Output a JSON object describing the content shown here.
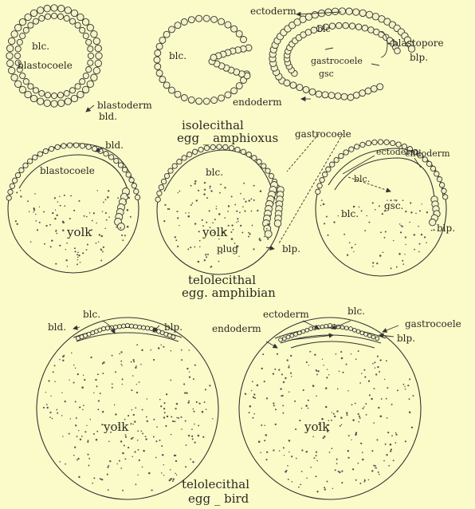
{
  "labels": {
    "blc_1": "blc.",
    "blastocoele_1": "blastocoele",
    "blastoderm": "blastoderm",
    "bld_1": "bld.",
    "blc_2": "blc.",
    "ectoderm_1": "ectoderm",
    "blc_3": "blc",
    "blastopore": "blastopore",
    "blp_1": "blp.",
    "gastrocoele_1": "gastrocoele",
    "gsc_1": "gsc",
    "endoderm_1": "endoderm",
    "bld_2": "bld.",
    "blastocoele_2": "blastocoele",
    "yolk_1": "yolk",
    "blc_4": "blc.",
    "gastrocoele_2": "gastrocoele",
    "yolk_2": "yolk",
    "plug": "plug",
    "blp_2": "blp.",
    "ectoderm_2": "ectoderm",
    "endoderm_2": "endoderm",
    "blc_5": "blc.",
    "gsc_2": "gsc.",
    "blc_6": "blc.",
    "blp_3": "blp.",
    "blc_7": "blc.",
    "bld_3": "bld.",
    "blp_4": "blp.",
    "yolk_3": "yolk",
    "ectoderm_3": "ectoderm",
    "blc_8": "blc.",
    "gastrocoele_3": "gastrocoele",
    "endoderm_3": "endoderm",
    "blp_5": "blp.",
    "yolk_4": "yolk"
  },
  "captions": {
    "row1_l1": "isolecithal",
    "row1_l2": "egg _ amphioxus",
    "row2_l1": "telolecithal",
    "row2_l2": "egg. amphibian",
    "row3_l1": "telolecithal",
    "row3_l2": "egg _ bird"
  }
}
